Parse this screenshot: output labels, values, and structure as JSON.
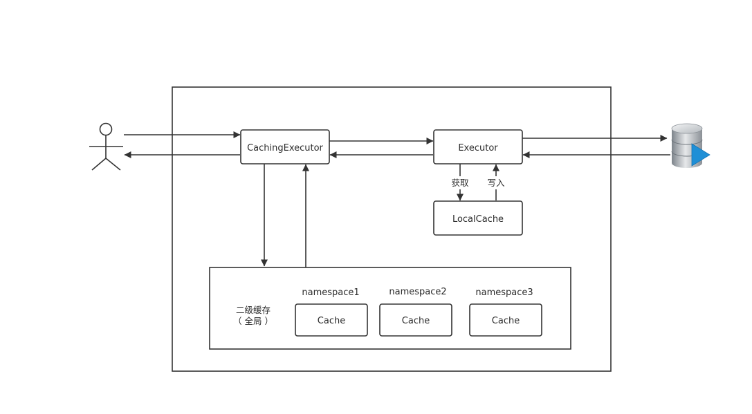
{
  "nodes": {
    "caching_executor": "CachingExecutor",
    "executor": "Executor",
    "local_cache": "LocalCache",
    "second_level_line1": "二级缓存",
    "second_level_line2": "（ 全局 ）",
    "namespaces": [
      {
        "name": "namespace1",
        "cache": "Cache"
      },
      {
        "name": "namespace2",
        "cache": "Cache"
      },
      {
        "name": "namespace3",
        "cache": "Cache"
      }
    ]
  },
  "edge_labels": {
    "fetch": "获取",
    "write": "写入"
  },
  "icons": {
    "user": "actor-icon",
    "database": "database-icon"
  },
  "colors": {
    "stroke": "#333333",
    "db_body": "#9aa0a6",
    "db_play": "#1f8fd6"
  }
}
